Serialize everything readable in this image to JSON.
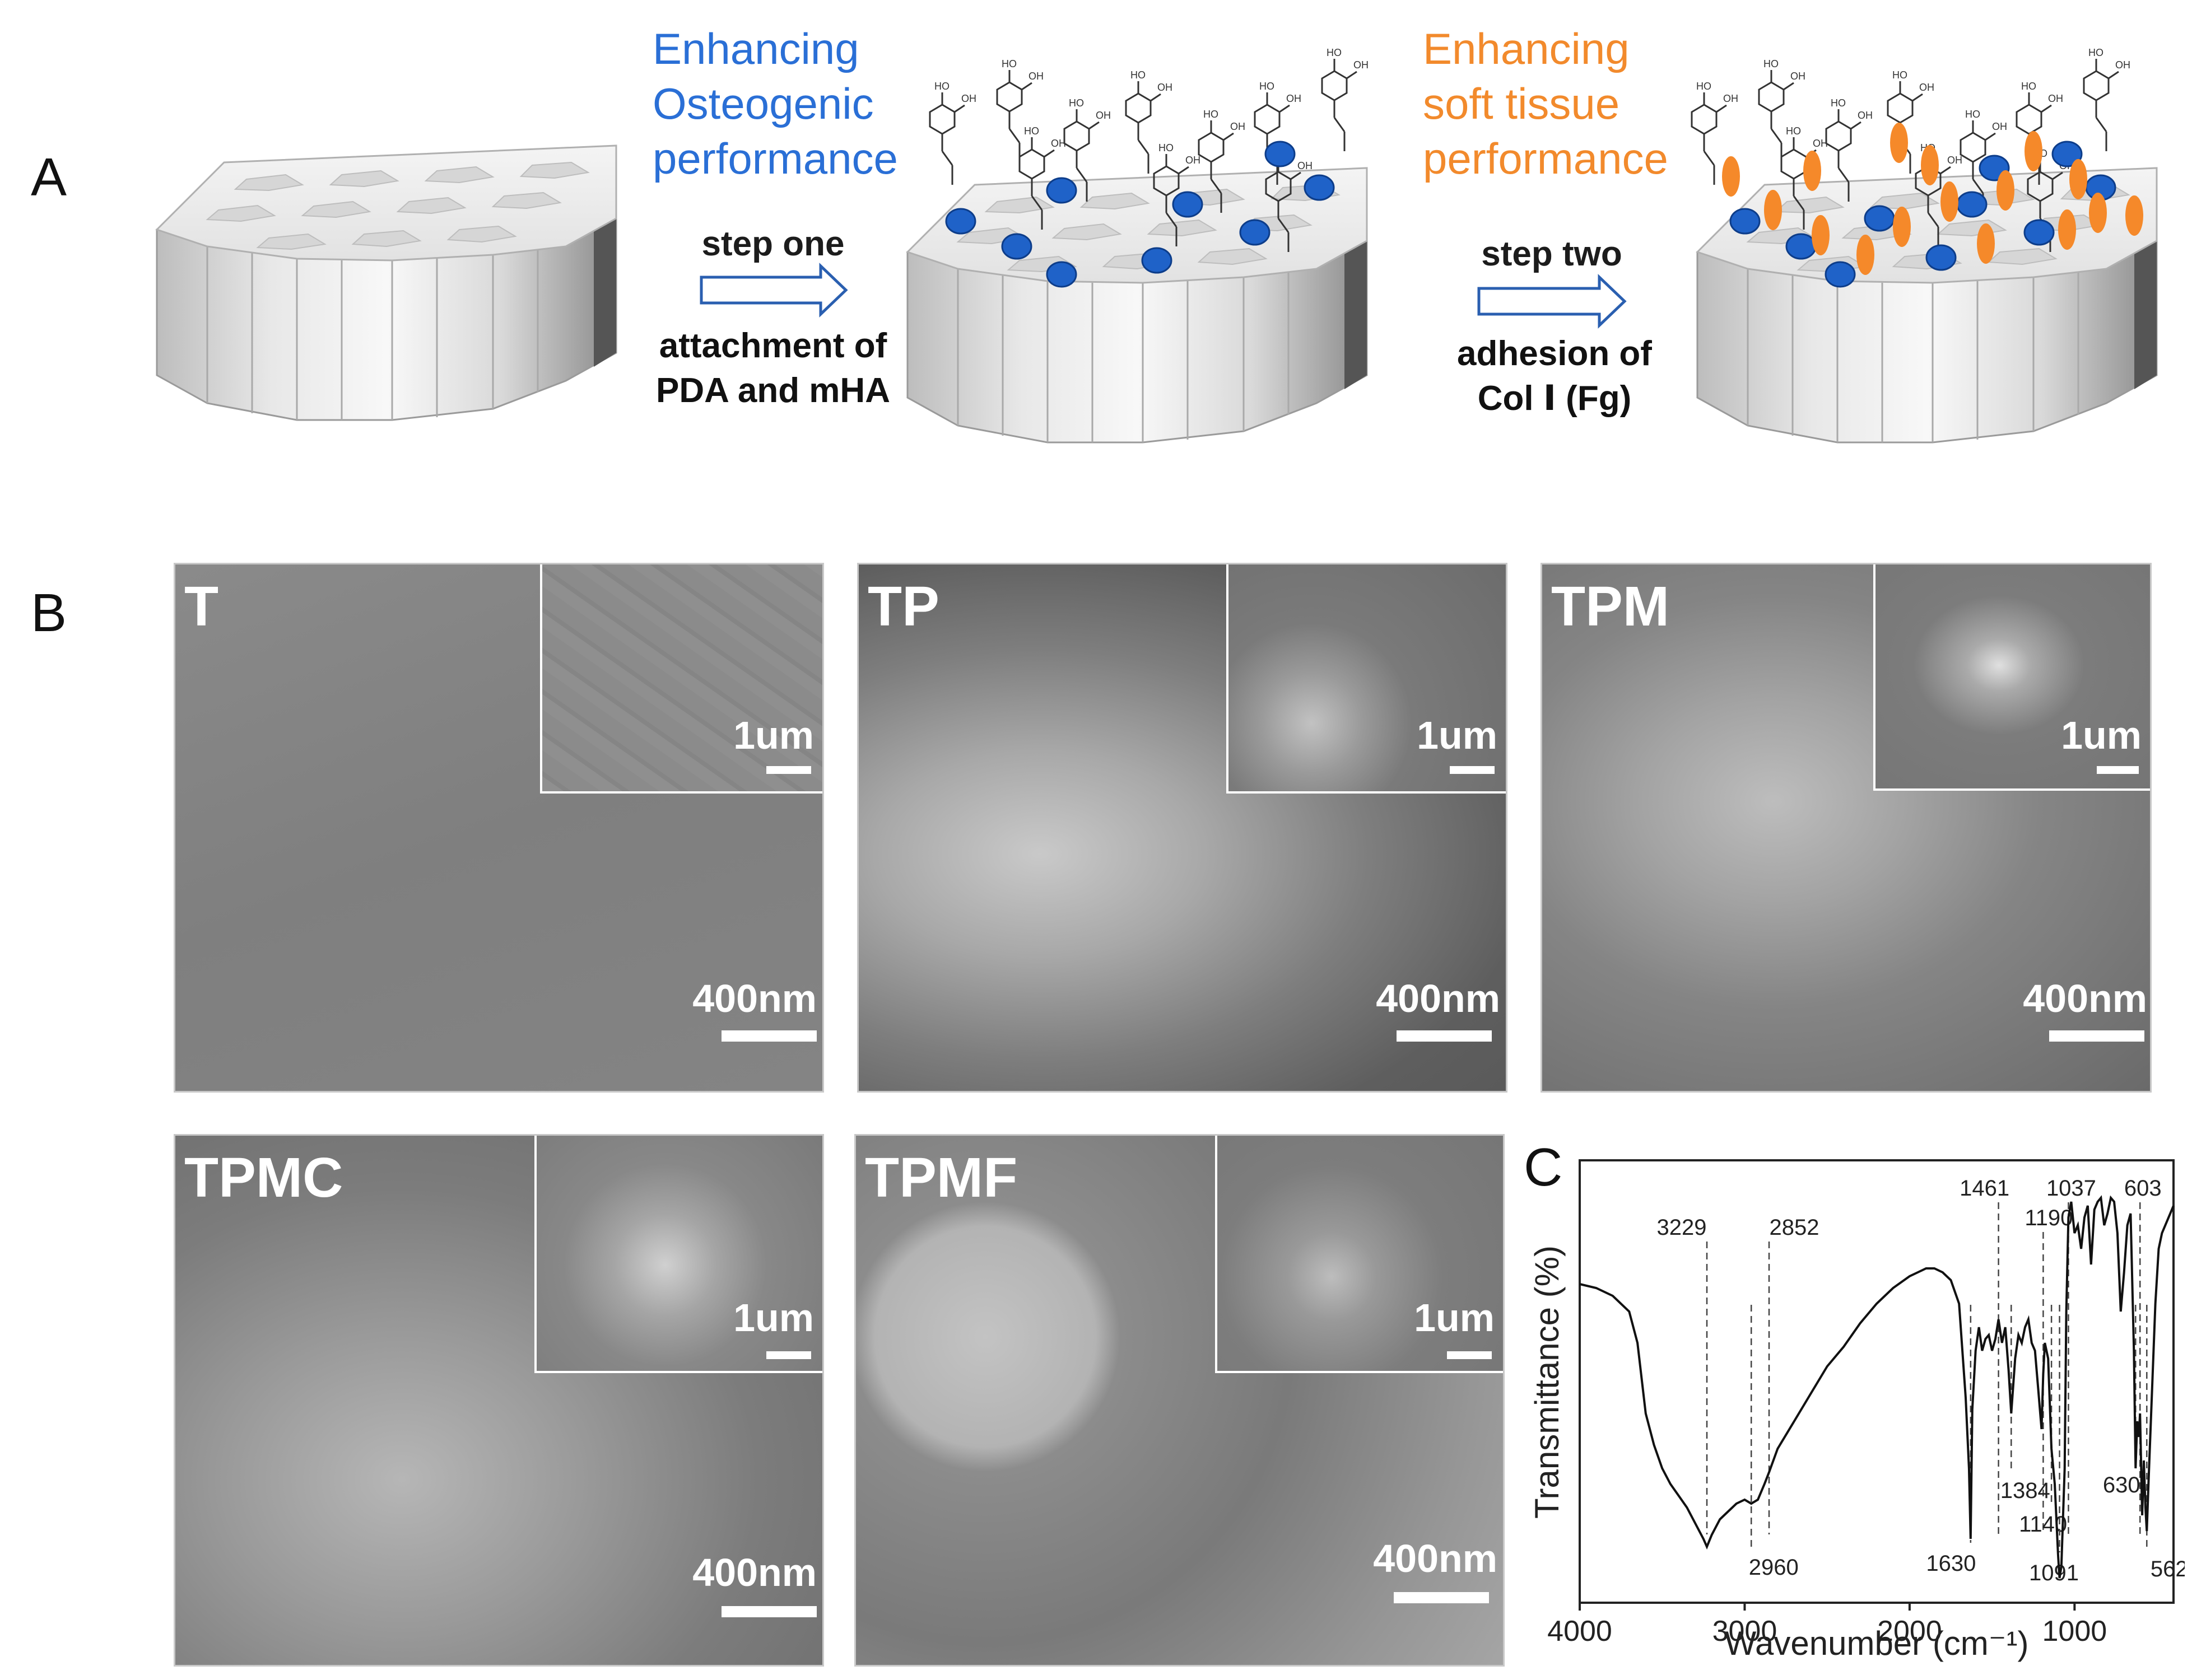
{
  "panel_a": {
    "letter": "A",
    "step1": {
      "heading_line1": "Enhancing",
      "heading_line2": "Osteogenic",
      "heading_line3": "performance",
      "label": "step one",
      "desc_line1": "attachment of",
      "desc_line2": "PDA and mHA"
    },
    "step2": {
      "heading_line1": "Enhancing",
      "heading_line2": "soft tissue",
      "heading_line3": "performance",
      "label": "step two",
      "desc_line1": "adhesion of",
      "desc_line2": "Col Ⅰ (Fg)"
    },
    "colors": {
      "mha": "#1f62c8",
      "protein": "#f5892a",
      "arrow": "#2a5fb0"
    }
  },
  "panel_b": {
    "letter": "B",
    "images": [
      {
        "label": "T",
        "inset_scale": "1um",
        "main_scale": "400nm"
      },
      {
        "label": "TP",
        "inset_scale": "1um",
        "main_scale": "400nm"
      },
      {
        "label": "TPM",
        "inset_scale": "1um",
        "main_scale": "400nm"
      },
      {
        "label": "TPMC",
        "inset_scale": "1um",
        "main_scale": "400nm"
      },
      {
        "label": "TPMF",
        "inset_scale": "1um",
        "main_scale": "400nm"
      }
    ]
  },
  "panel_c": {
    "letter": "C",
    "chart_data": {
      "type": "line",
      "xlabel": "Wavenumber (cm⁻¹)",
      "ylabel": "Transmittance (%)",
      "xlim": [
        4000,
        400
      ],
      "x_ticks": [
        4000,
        3000,
        2000,
        1000
      ],
      "x_tick_labels": [
        "4000",
        "3000",
        "2000",
        "1000"
      ],
      "ylim": [
        0,
        1
      ],
      "series": [
        {
          "x": [
            4000,
            3900,
            3800,
            3700,
            3650,
            3600,
            3550,
            3500,
            3450,
            3400,
            3350,
            3300,
            3250,
            3229,
            3200,
            3150,
            3100,
            3050,
            3000,
            2960,
            2920,
            2880,
            2852,
            2800,
            2700,
            2600,
            2500,
            2400,
            2300,
            2200,
            2100,
            2000,
            1950,
            1900,
            1850,
            1800,
            1750,
            1700,
            1680,
            1660,
            1640,
            1630,
            1620,
            1600,
            1580,
            1560,
            1540,
            1520,
            1500,
            1480,
            1461,
            1440,
            1420,
            1400,
            1384,
            1360,
            1340,
            1320,
            1300,
            1280,
            1260,
            1240,
            1220,
            1200,
            1190,
            1180,
            1160,
            1140,
            1120,
            1100,
            1091,
            1080,
            1060,
            1050,
            1037,
            1020,
            1000,
            980,
            960,
            940,
            920,
            900,
            880,
            860,
            840,
            820,
            800,
            780,
            760,
            740,
            720,
            700,
            680,
            660,
            640,
            630,
            620,
            610,
            603,
            590,
            580,
            570,
            562,
            550,
            530,
            510,
            490,
            470,
            450,
            430,
            410,
            400
          ],
          "y": [
            0.77,
            0.76,
            0.74,
            0.7,
            0.62,
            0.44,
            0.36,
            0.3,
            0.26,
            0.23,
            0.2,
            0.16,
            0.12,
            0.1,
            0.13,
            0.17,
            0.19,
            0.21,
            0.22,
            0.21,
            0.22,
            0.26,
            0.29,
            0.35,
            0.42,
            0.49,
            0.56,
            0.61,
            0.67,
            0.72,
            0.76,
            0.79,
            0.8,
            0.81,
            0.81,
            0.8,
            0.78,
            0.72,
            0.6,
            0.48,
            0.3,
            0.12,
            0.45,
            0.6,
            0.66,
            0.6,
            0.63,
            0.64,
            0.6,
            0.63,
            0.68,
            0.62,
            0.66,
            0.55,
            0.44,
            0.58,
            0.64,
            0.62,
            0.66,
            0.68,
            0.62,
            0.6,
            0.5,
            0.4,
            0.54,
            0.62,
            0.58,
            0.35,
            0.26,
            0.08,
            0.02,
            0.05,
            0.3,
            0.7,
            0.94,
            0.98,
            0.9,
            0.92,
            0.86,
            0.94,
            0.97,
            0.82,
            0.96,
            0.98,
            0.99,
            0.92,
            0.95,
            0.99,
            0.98,
            0.9,
            0.7,
            0.8,
            0.92,
            0.95,
            0.6,
            0.3,
            0.42,
            0.38,
            0.44,
            0.18,
            0.32,
            0.2,
            0.14,
            0.28,
            0.5,
            0.72,
            0.86,
            0.9,
            0.92,
            0.94,
            0.96,
            0.97
          ]
        }
      ],
      "annotations": [
        {
          "label": "3229",
          "x": 3229,
          "side": "top"
        },
        {
          "label": "2852",
          "x": 2852,
          "side": "top"
        },
        {
          "label": "2960",
          "x": 2960,
          "side": "bottom"
        },
        {
          "label": "1461",
          "x": 1461,
          "side": "top"
        },
        {
          "label": "1190",
          "x": 1190,
          "side": "top"
        },
        {
          "label": "1037",
          "x": 1037,
          "side": "top"
        },
        {
          "label": "603",
          "x": 603,
          "side": "top"
        },
        {
          "label": "1630",
          "x": 1630,
          "side": "bottom"
        },
        {
          "label": "1384",
          "x": 1384,
          "side": "bottom"
        },
        {
          "label": "1140",
          "x": 1140,
          "side": "bottom"
        },
        {
          "label": "1091",
          "x": 1091,
          "side": "bottom"
        },
        {
          "label": "630",
          "x": 630,
          "side": "bottom"
        },
        {
          "label": "562",
          "x": 562,
          "side": "bottom"
        }
      ]
    }
  }
}
